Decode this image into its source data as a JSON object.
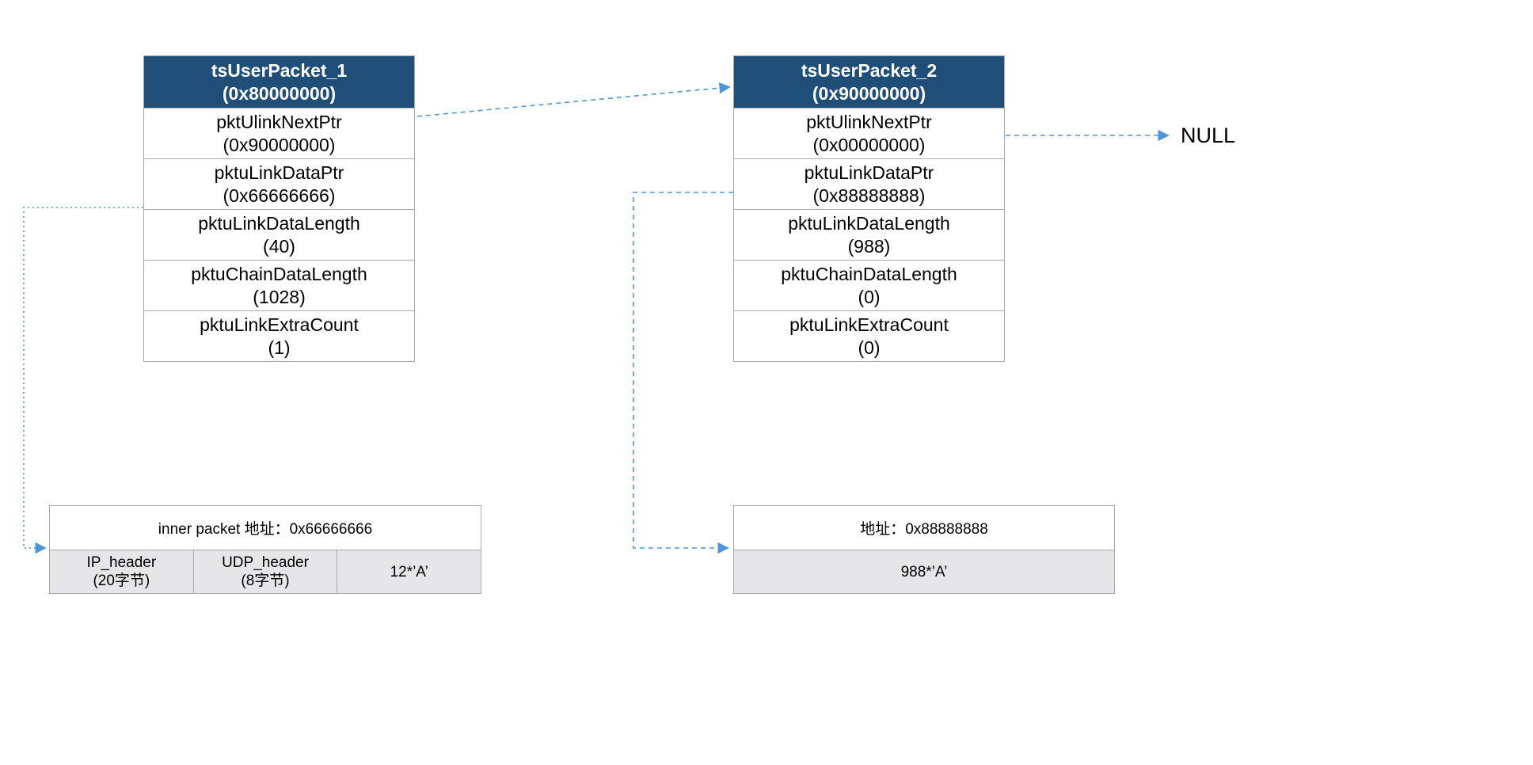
{
  "packets": [
    {
      "title": "tsUserPacket_1",
      "address": "(0x80000000)",
      "rows": [
        {
          "name": "pktUlinkNextPtr",
          "value": "(0x90000000)"
        },
        {
          "name": "pktuLinkDataPtr",
          "value": "(0x66666666)"
        },
        {
          "name": "pktuLinkDataLength",
          "value": "(40)"
        },
        {
          "name": "pktuChainDataLength",
          "value": "(1028)"
        },
        {
          "name": "pktuLinkExtraCount",
          "value": "(1)"
        }
      ]
    },
    {
      "title": "tsUserPacket_2",
      "address": "(0x90000000)",
      "rows": [
        {
          "name": "pktUlinkNextPtr",
          "value": "(0x00000000)"
        },
        {
          "name": "pktuLinkDataPtr",
          "value": "(0x88888888)"
        },
        {
          "name": "pktuLinkDataLength",
          "value": "(988)"
        },
        {
          "name": "pktuChainDataLength",
          "value": "(0)"
        },
        {
          "name": "pktuLinkExtraCount",
          "value": "(0)"
        }
      ]
    }
  ],
  "null_label": "NULL",
  "buffers": [
    {
      "title": "inner packet 地址：0x66666666",
      "cells": [
        {
          "lines": [
            "IP_header",
            "(20字节)"
          ]
        },
        {
          "lines": [
            "UDP_header",
            "(8字节)"
          ]
        },
        {
          "lines": [
            "12*’A’"
          ]
        }
      ]
    },
    {
      "title": "地址：0x88888888",
      "cells": [
        {
          "lines": [
            "988*’A’"
          ]
        }
      ]
    }
  ],
  "colors": {
    "header_bg": "#1F4E79",
    "header_text": "#FFFFFF",
    "arrow": "#4D96D9",
    "buffer_cell_bg": "#E6E6E9",
    "border": "#A9A9A9"
  }
}
